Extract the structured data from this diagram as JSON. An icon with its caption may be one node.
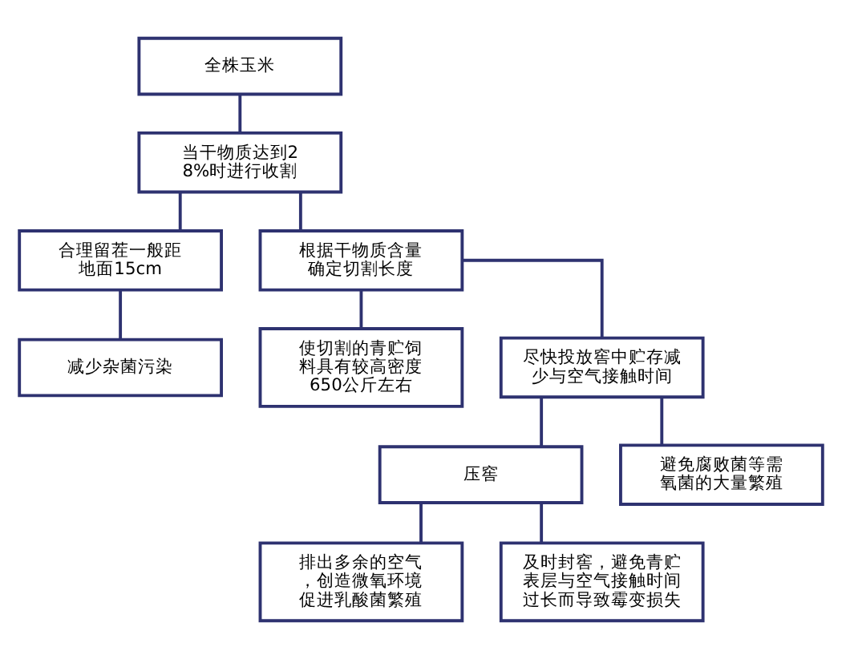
{
  "diagram": {
    "nodes": [
      {
        "text": [
          "全株玉米"
        ]
      },
      {
        "text": [
          "当干物质达到28%时进行收割"
        ]
      },
      {
        "text": [
          "合理留茬一般距地面15cm"
        ]
      },
      {
        "text": [
          "根据干物质含量确定切割长度"
        ]
      },
      {
        "text": [
          "减少杂菌污染"
        ]
      },
      {
        "text": [
          "使切割的青贮饲料具有较高密度650公斤左右"
        ]
      },
      {
        "text": [
          "尽快投放窖中贮存减少与空气接触时间"
        ]
      },
      {
        "text": [
          "压窖"
        ]
      },
      {
        "text": [
          "避免腐败菌等需氧菌的大量繁殖"
        ]
      },
      {
        "text": [
          "排出多余的空气，创造微氧环境促进乳酸菌繁殖"
        ]
      },
      {
        "text": [
          "及时封窖，避免青贮表层与空气接触时间过长而导致霉变损失"
        ]
      }
    ],
    "edges": [
      {
        "from": 0,
        "to": 1,
        "arrow": "none"
      },
      {
        "from": 1,
        "to": 2,
        "arrow": "none"
      },
      {
        "from": 1,
        "to": 3,
        "arrow": "none"
      },
      {
        "from": 2,
        "to": 4,
        "arrow": "none"
      },
      {
        "from": 3,
        "to": 5,
        "arrow": "none"
      },
      {
        "from": 3,
        "to": 6,
        "arrow": "none"
      },
      {
        "from": 6,
        "to": 7,
        "arrow": "none"
      },
      {
        "from": 6,
        "to": 8,
        "arrow": "none"
      },
      {
        "from": 7,
        "to": 9,
        "arrow": "none"
      },
      {
        "from": 7,
        "to": 10,
        "arrow": "none"
      }
    ]
  }
}
